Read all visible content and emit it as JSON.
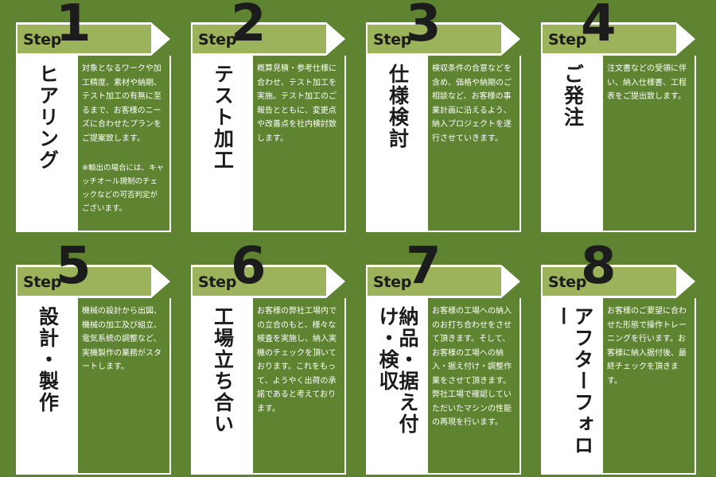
{
  "colors": {
    "background": "#5e8331",
    "band": "#9cb35b",
    "panel": "#ffffff",
    "text_dark": "#1c1c1c",
    "text_light": "#ffffff"
  },
  "steps": [
    {
      "step_word": "Step",
      "number": "1",
      "title": "ヒアリング",
      "description": "対象となるワークや加工精度、素材や納期、テスト加工の有無に至るまで、お客様のニーズに合わせたプランをご提案致します。",
      "note": "※輸出の場合には、キャッチオール規制のチェックなどの可否判定がございます。"
    },
    {
      "step_word": "Step",
      "number": "2",
      "title": "テスト加工",
      "description": "概算見積・参考仕様に合わせ、テスト加工を実施。テスト加工のご報告とともに、変更点や改善点を社内検討致します。"
    },
    {
      "step_word": "Step",
      "number": "3",
      "title": "仕様検討",
      "description": "検収条件の合意などを含め、価格や納期のご相談など、お客様の事業計画に沿えるよう、納入プロジェクトを遂行させていきます。"
    },
    {
      "step_word": "Step",
      "number": "4",
      "title": "ご発注",
      "description": "注文書などの受領に伴い、納入仕様書、工程表をご提出致します。"
    },
    {
      "step_word": "Step",
      "number": "5",
      "title": "設計・製作",
      "description": "機械の設計から出図、機械の加工及び組立、電気系統の調整など、実機製作の業務がスタートします。"
    },
    {
      "step_word": "Step",
      "number": "6",
      "title": "工場立ち合い",
      "description": "お客様の弊社工場内での立合のもと、様々な検査を実施し、納入実機のチェックを頂いております。これをもって、ようやく出荷の承諾であると考えております。"
    },
    {
      "step_word": "Step",
      "number": "7",
      "title": "納品・据え付け・検収",
      "description": "お客様の工場への納入のお打ち合わせをさせて頂きます。そして、お客様の工場への納入・据え付け・調整作業をさせて頂きます。弊社工場で確認していただいたマシンの性能の再現を行います。"
    },
    {
      "step_word": "Step",
      "number": "8",
      "title": "アフターフォロー",
      "description": "お客様のご要望に合わせた形態で操作トレーニングを行います。お客様に納入据付後、最終チェックを頂きます。"
    }
  ]
}
